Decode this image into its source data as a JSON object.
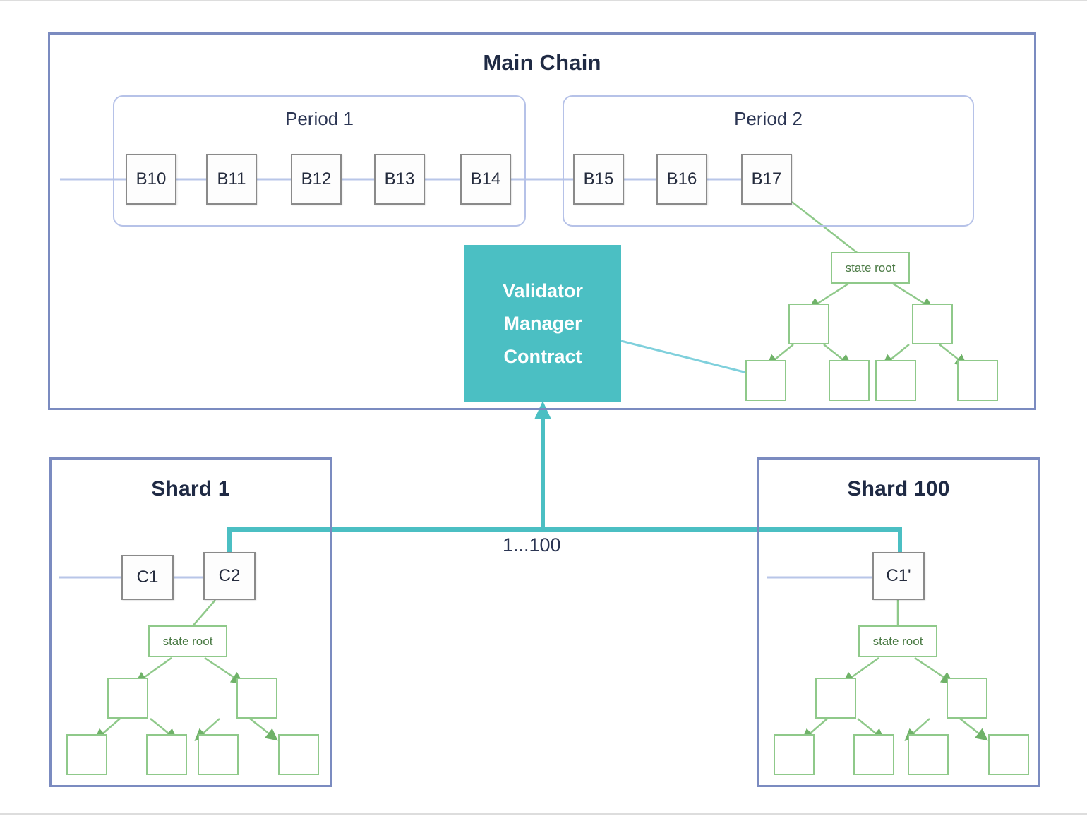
{
  "diagram": {
    "title_main_chain": "Main Chain",
    "title_shard1": "Shard 1",
    "title_shard100": "Shard 100",
    "shard_range_label": "1...100"
  },
  "main_chain": {
    "periods": [
      {
        "label": "Period 1",
        "blocks": [
          "B10",
          "B11",
          "B12",
          "B13",
          "B14"
        ]
      },
      {
        "label": "Period 2",
        "blocks": [
          "B15",
          "B16",
          "B17"
        ]
      }
    ],
    "state_root_label": "state root",
    "merkle_tree": {
      "root_label": "state root",
      "internal_nodes": 2,
      "leaf_nodes": 4
    }
  },
  "validator_manager_contract": {
    "line1": "Validator",
    "line2": "Manager",
    "line3": "Contract"
  },
  "shard1": {
    "title": "Shard 1",
    "blocks": [
      "C1",
      "C2"
    ],
    "state_root_label": "state root",
    "merkle_tree": {
      "internal_nodes": 2,
      "leaf_nodes": 4
    }
  },
  "shard100": {
    "title": "Shard 100",
    "blocks": [
      "C1'"
    ],
    "state_root_label": "state root",
    "merkle_tree": {
      "internal_nodes": 2,
      "leaf_nodes": 4
    }
  },
  "colors": {
    "group_border": "#7b8bc0",
    "period_border": "#b6c2e8",
    "block_border": "#8a8a8a",
    "chain_link": "#b8c6e8",
    "vmc_fill": "#4bbfc3",
    "merkle_green": "#8fc98a",
    "teal_connector": "#3fb6bd",
    "light_teal_connector": "#7fd0dc",
    "text_dark": "#1f2a44"
  }
}
